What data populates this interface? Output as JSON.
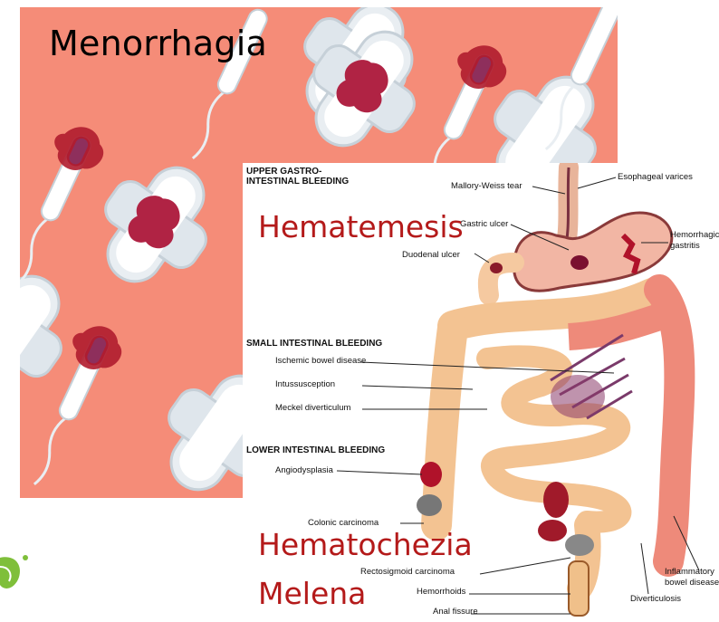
{
  "left_panel": {
    "title": "Menorrhagia"
  },
  "diagram": {
    "headers": {
      "upper": [
        "UPPER GASTRO-",
        "INTESTINAL BLEEDING"
      ],
      "small": "SMALL INTESTINAL BLEEDING",
      "lower": "LOWER INTESTINAL BLEEDING"
    },
    "labels": {
      "esophageal_varices": "Esophageal varices",
      "mallory_weiss": "Mallory-Weiss tear",
      "gastric_ulcer": "Gastric ulcer",
      "hemorrhagic_gastritis_1": "Hemorrhagic",
      "hemorrhagic_gastritis_2": "gastritis",
      "duodenal_ulcer": "Duodenal ulcer",
      "ischemic": "Ischemic bowel disease",
      "intussusception": "Intussusception",
      "meckel": "Meckel diverticulum",
      "angiodysplasia": "Angiodysplasia",
      "colonic": "Colonic carcinoma",
      "rectosigmoid": "Rectosigmoid carcinoma",
      "hemorrhoids": "Hemorrhoids",
      "anal_fissure": "Anal fissure",
      "ibd_1": "Inflammatory",
      "ibd_2": "bowel disease",
      "diverticulosis": "Diverticulosis"
    },
    "overlays": {
      "hematemesis": "Hematemesis",
      "hematochezia": "Hematochezia",
      "melena": "Melena"
    }
  }
}
